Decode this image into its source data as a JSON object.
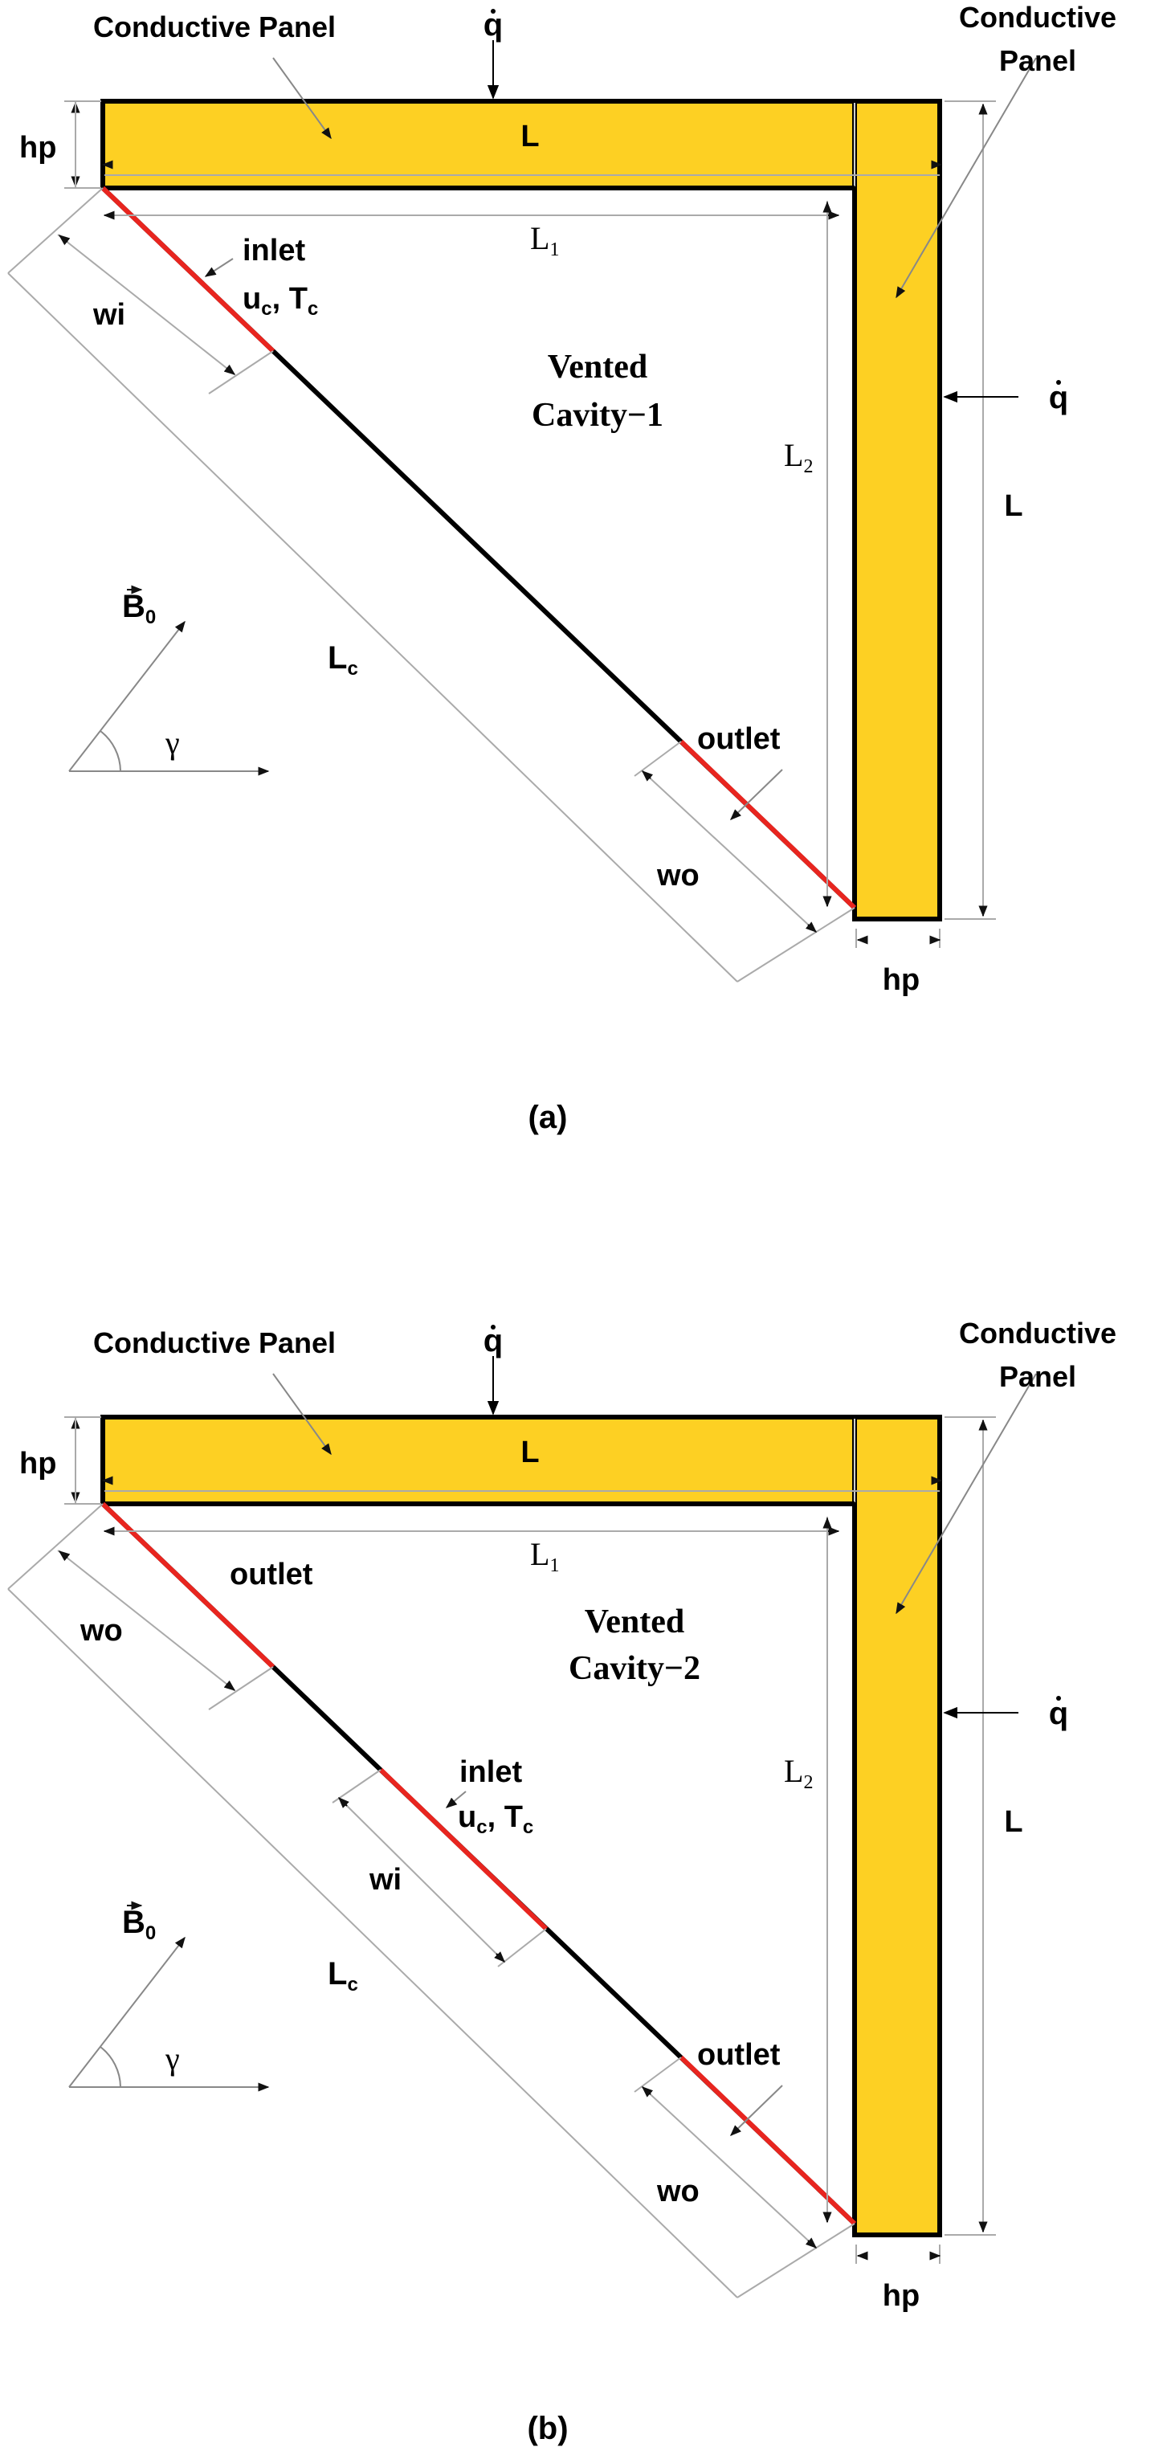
{
  "figures": [
    {
      "id": "a",
      "caption": "(a)",
      "conductive_panel_top": "Conductive Panel",
      "conductive_panel_right_line1": "Conductive",
      "conductive_panel_right_line2": "Panel",
      "q": "q",
      "hp_left": "hp",
      "hp_bottom": "hp",
      "L_top": "L",
      "L_right": "L",
      "L1": "L",
      "L1_sub": "1",
      "L2": "L",
      "L2_sub": "2",
      "Lc": "L",
      "Lc_sub": "c",
      "cavity_line1": "Vented",
      "cavity_line2": "Cavity−1",
      "B0": "B",
      "B0_sub": "0",
      "gamma": "γ",
      "upper_port_label": "inlet",
      "upper_port_dim": "wi",
      "inlet_vars": "u",
      "inlet_vars_sub1": "c",
      "inlet_vars_mid": ", T",
      "inlet_vars_sub2": "c",
      "lower_port_label": "outlet",
      "lower_port_dim": "wo"
    },
    {
      "id": "b",
      "caption": "(b)",
      "conductive_panel_top": "Conductive Panel",
      "conductive_panel_right_line1": "Conductive",
      "conductive_panel_right_line2": "Panel",
      "q": "q",
      "hp_left": "hp",
      "hp_bottom": "hp",
      "L_top": "L",
      "L_right": "L",
      "L1": "L",
      "L1_sub": "1",
      "L2": "L",
      "L2_sub": "2",
      "Lc": "L",
      "Lc_sub": "c",
      "cavity_line1": "Vented",
      "cavity_line2": "Cavity−2",
      "B0": "B",
      "B0_sub": "0",
      "gamma": "γ",
      "upper_port_label": "outlet",
      "upper_port_dim": "wo",
      "middle_port_label": "inlet",
      "middle_port_dim": "wi",
      "inlet_vars": "u",
      "inlet_vars_sub1": "c",
      "inlet_vars_mid": ", T",
      "inlet_vars_sub2": "c",
      "lower_port_label": "outlet",
      "lower_port_dim": "wo"
    }
  ],
  "colors": {
    "panel_fill": "#FDD023",
    "port_red": "#E8251F",
    "wall_black": "#000000"
  }
}
